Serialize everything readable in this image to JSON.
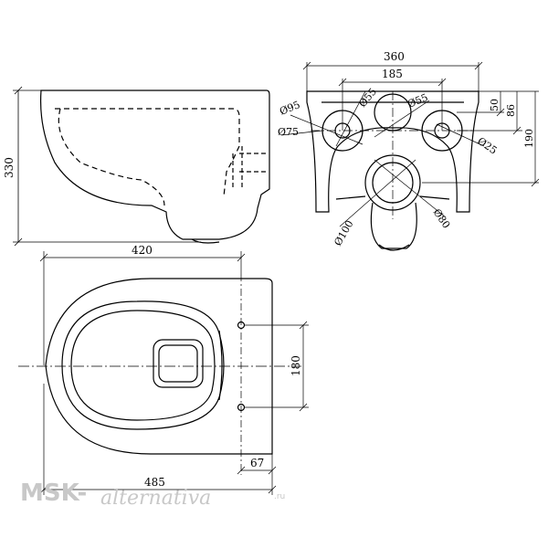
{
  "dimensions": {
    "side_height": "330",
    "top_width_360": "360",
    "top_width_185": "185",
    "dia_95": "Ø95",
    "dia_55a": "Ø55",
    "dia_55b": "Ø55",
    "dia_75": "Ø75",
    "dia_25": "Ø25",
    "dia_100": "Ø100",
    "dia_80": "Ø80",
    "right_50": "50",
    "right_86": "86",
    "right_190": "190",
    "plan_width_420": "420",
    "plan_width_485": "485",
    "plan_67": "67",
    "plan_180": "180"
  },
  "watermark": {
    "brand_left": "MSK-",
    "brand_mid": "alternativa",
    "brand_suffix": ".ru"
  },
  "colors": {
    "line": "#000000",
    "watermark": "#c8c8c8"
  }
}
